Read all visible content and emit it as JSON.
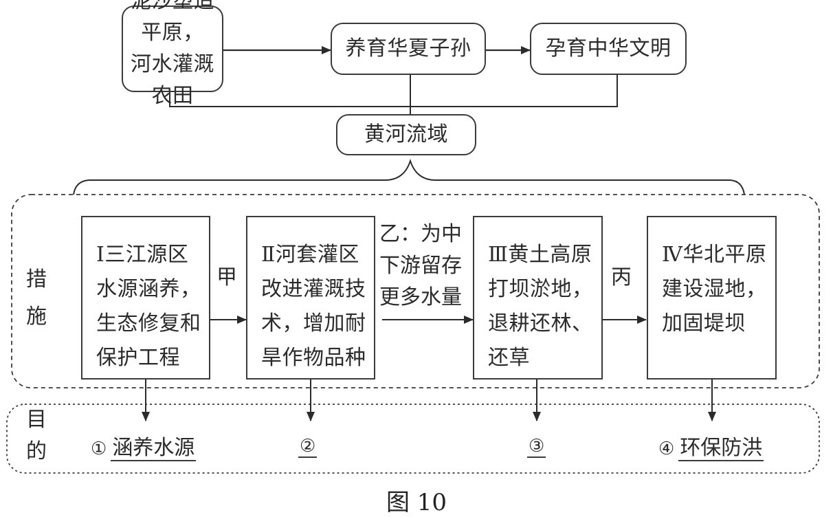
{
  "top": {
    "box1": {
      "lines": [
        "泥沙塑造平原，",
        "河水灌溉农田"
      ]
    },
    "box2": {
      "label": "养育华夏子孙"
    },
    "box3": {
      "label": "孕育中华文明"
    },
    "basin": {
      "label": "黄河流域"
    }
  },
  "measures": {
    "side_label": [
      "措",
      "施"
    ],
    "regions": [
      {
        "lines": [
          "Ⅰ三江源区",
          "水源涵养，",
          "生态修复和",
          "保护工程"
        ]
      },
      {
        "lines": [
          "Ⅱ河套灌区",
          "改进灌溉技",
          "术，增加耐",
          "旱作物品种"
        ]
      },
      {
        "lines": [
          "Ⅲ黄土高原",
          "打坝淤地，",
          "退耕还林、",
          "还草"
        ]
      },
      {
        "lines": [
          "Ⅳ华北平原",
          "建设湿地，",
          "加固堤坝"
        ]
      }
    ],
    "links": {
      "jia": "甲",
      "yi": [
        "乙：为中",
        "下游留存",
        "更多水量"
      ],
      "bing": "丙"
    }
  },
  "purposes": {
    "side_label": [
      "目",
      "的"
    ],
    "items": [
      {
        "num": "①",
        "text": "涵养水源"
      },
      {
        "num": "②",
        "text": ""
      },
      {
        "num": "③",
        "text": ""
      },
      {
        "num": "④",
        "text": "环保防洪"
      }
    ]
  },
  "caption": "图 10"
}
